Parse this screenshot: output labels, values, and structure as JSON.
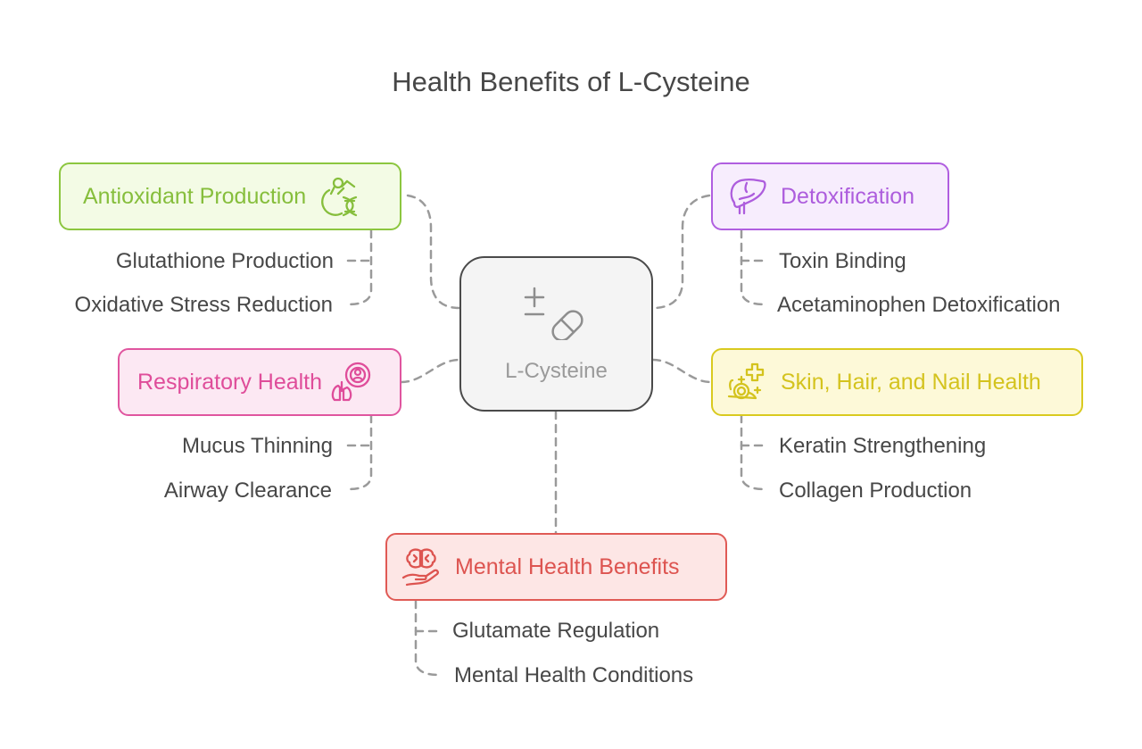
{
  "title": "Health Benefits of L-Cysteine",
  "center": {
    "label": "L-Cysteine",
    "icon": "pill-plus-minus-icon"
  },
  "colors": {
    "antioxidant": "#8cc63f",
    "detox": "#b05ee0",
    "respiratory": "#e0559f",
    "skin": "#d4c520",
    "mental": "#e05a55",
    "connector": "#9a9a9a",
    "text": "#474747"
  },
  "branches": {
    "antioxidant": {
      "label": "Antioxidant Production",
      "icon": "molecule-dna-icon",
      "items": [
        "Glutathione Production",
        "Oxidative Stress Reduction"
      ]
    },
    "detox": {
      "label": "Detoxification",
      "icon": "liver-icon",
      "items": [
        "Toxin Binding",
        "Acetaminophen Detoxification"
      ]
    },
    "respiratory": {
      "label": "Respiratory Health",
      "icon": "lungs-icon",
      "items": [
        "Mucus Thinning",
        "Airway Clearance"
      ]
    },
    "skin": {
      "label": "Skin, Hair, and Nail Health",
      "icon": "snail-sparkle-icon",
      "items": [
        "Keratin Strengthening",
        "Collagen Production"
      ]
    },
    "mental": {
      "label": "Mental Health Benefits",
      "icon": "brain-hand-icon",
      "items": [
        "Glutamate Regulation",
        "Mental Health Conditions"
      ]
    }
  }
}
